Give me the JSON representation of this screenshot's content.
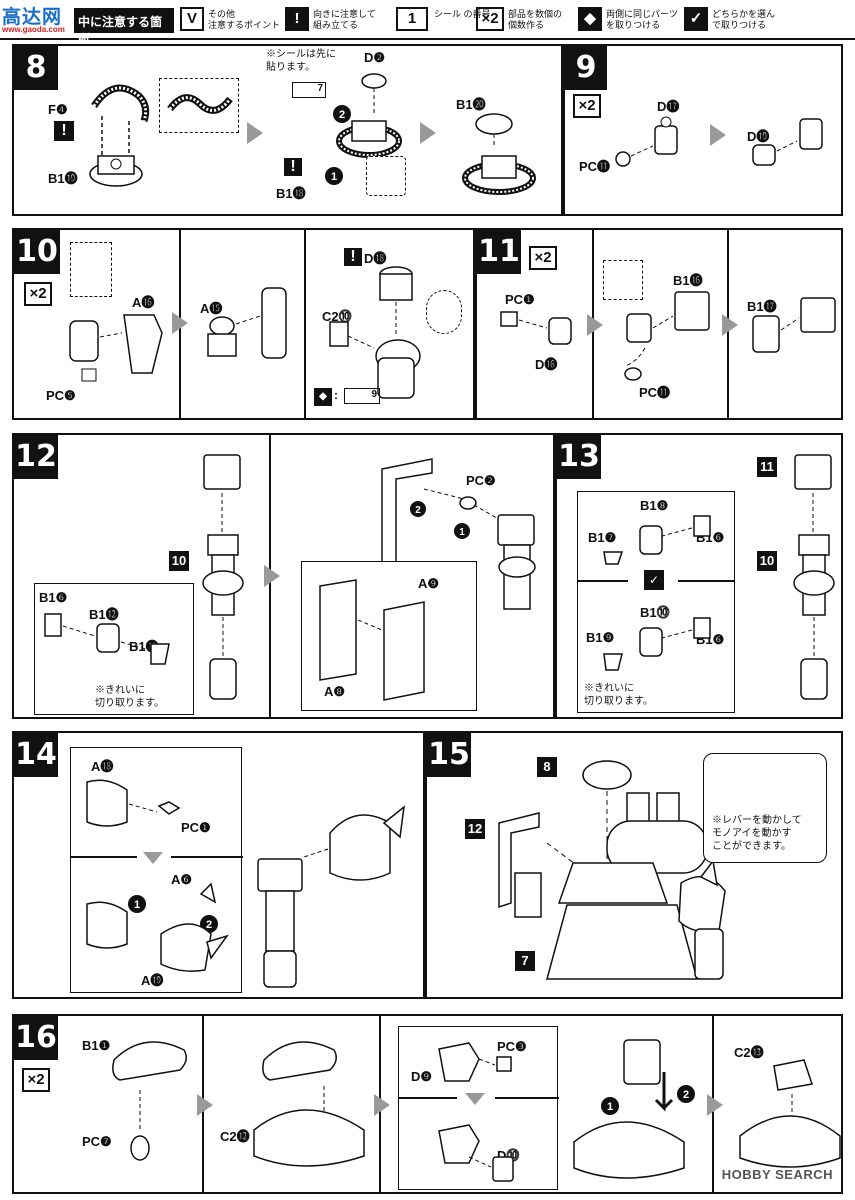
{
  "site_logo": {
    "text": "高达网",
    "sub": "www.gaoda.com"
  },
  "legend": {
    "title": "中に注意する箇所",
    "items": [
      {
        "icon": "V",
        "text": "その他\n注意するポイント"
      },
      {
        "icon": "!",
        "text": "向きに注意して\n組み立てる"
      },
      {
        "icon": "1",
        "text": "シール\nの番号"
      },
      {
        "icon": "×2",
        "text": "部品を数個の\n個数作る"
      },
      {
        "icon": "◆",
        "text": "両側に同じパーツ\nを取りつける"
      },
      {
        "icon": "✓",
        "text": "どちらかを選ん\nで取りつける"
      }
    ]
  },
  "steps": {
    "s8": {
      "num": "8",
      "f4": "F❹",
      "b19": "B1⓳",
      "d2": "D❷",
      "b18": "B1⓲",
      "b20": "B1⓴",
      "seal_note": "※シールは先に\n貼ります。",
      "seal_num": "7"
    },
    "s9": {
      "num": "9",
      "x2": "×2",
      "d17": "D⓱",
      "pc11": "PC⓫",
      "d19": "D⓳"
    },
    "s10": {
      "num": "10",
      "x2": "×2",
      "a16": "A⓰",
      "pc5": "PC❺",
      "a15": "A⓯",
      "d18": "D⓲",
      "c210": "C2⓾",
      "seal_num": "9"
    },
    "s11": {
      "num": "11",
      "x2": "×2",
      "pc1": "PC❶",
      "d16": "D⓰",
      "b16": "B1⓰",
      "pc11": "PC⓫",
      "b17": "B1⓱"
    },
    "s12": {
      "num": "12",
      "ref10": "10",
      "b16": "B1❻",
      "b12": "B1⓬",
      "b11": "B1⓫",
      "pc2": "PC❷",
      "a9": "A❾",
      "a8": "A❽",
      "note": "※きれいに\n切り取ります。"
    },
    "s13": {
      "num": "13",
      "ref11": "11",
      "ref10": "10",
      "b18": "B1❽",
      "b17": "B1❼",
      "b16": "B1❻",
      "b110": "B1⓾",
      "b19": "B1❾",
      "b16b": "B1❻",
      "note": "※きれいに\n切り取ります。"
    },
    "s14": {
      "num": "14",
      "a18": "A⓲",
      "pc1": "PC❶",
      "a6": "A❻",
      "a19": "A⓳"
    },
    "s15": {
      "num": "15",
      "ref8": "8",
      "ref12": "12",
      "ref7": "7",
      "note": "※レバーを動かして\nモノアイを動かす\nことができます。"
    },
    "s16": {
      "num": "16",
      "x2": "×2",
      "b11": "B1❶",
      "pc7": "PC❼",
      "c212": "C2⓬",
      "pc3": "PC❸",
      "d9": "D❾",
      "d10": "D⓾",
      "c213": "C2⓭"
    }
  },
  "watermark": "HOBBY SEARCH"
}
